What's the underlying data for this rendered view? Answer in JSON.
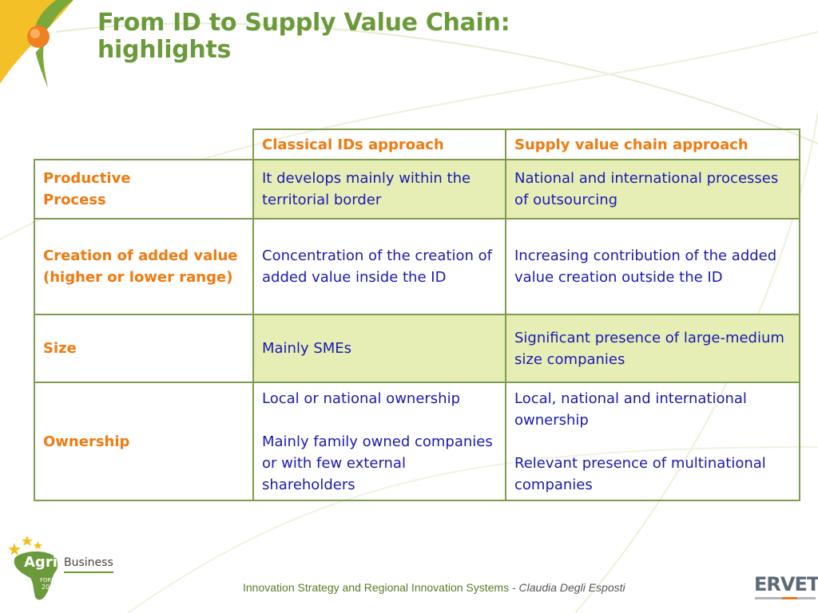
{
  "slide": {
    "title_line1": "From ID to Supply Value Chain:",
    "title_line2": "highlights"
  },
  "table": {
    "headers": [
      "Classical IDs approach",
      "Supply value chain approach"
    ],
    "rows": [
      {
        "label_lines": [
          "Productive",
          "Process"
        ],
        "classical": [
          "It develops mainly within the territorial border"
        ],
        "supply": [
          "National and international processes of outsourcing"
        ]
      },
      {
        "label_lines": [
          "Creation of added value",
          "(higher or lower range)"
        ],
        "classical": [
          "Concentration of the creation of added value inside the ID"
        ],
        "supply": [
          "Increasing contribution of the added value creation outside the ID"
        ]
      },
      {
        "label_lines": [
          "Size"
        ],
        "classical": [
          "Mainly SMEs"
        ],
        "supply": [
          "Significant presence of large-medium size companies"
        ]
      },
      {
        "label_lines": [
          "Ownership"
        ],
        "classical": [
          "Local or national ownership",
          "Mainly family owned companies or with few external shareholders"
        ],
        "supply": [
          "Local, national and international ownership",
          "Relevant presence of multinational companies"
        ]
      }
    ]
  },
  "footer": {
    "text": "Innovation Strategy and Regional Innovation Systems - ",
    "author": "Claudia Degli Esposti"
  },
  "logos": {
    "agri_word": "Agri",
    "business_word": "Business",
    "forum_word": "FORUM",
    "year_word": "2008",
    "ervet_word": "ERVET"
  },
  "colors": {
    "title_green": "#6a9a3a",
    "header_orange": "#f07a10",
    "body_blue": "#1a1ab0",
    "row_shade": "#e6eeb5",
    "border_green": "#7f9c4e"
  }
}
